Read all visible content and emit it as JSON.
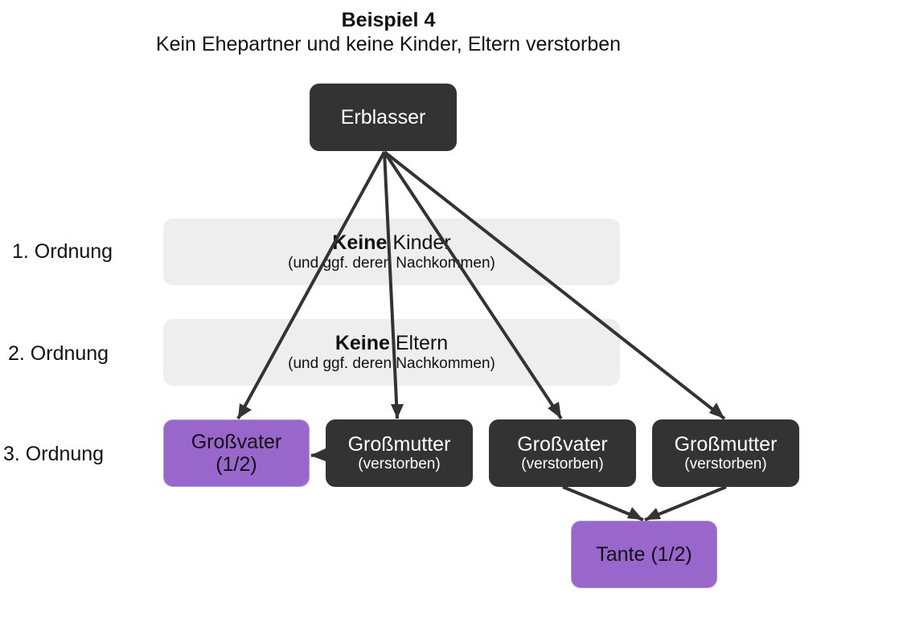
{
  "header": {
    "title": "Beispiel 4",
    "subtitle": "Kein Ehepartner und keine Kinder, Eltern verstorben"
  },
  "orders": [
    {
      "label": "1. Ordnung"
    },
    {
      "label": "2. Ordnung"
    },
    {
      "label": "3. Ordnung"
    }
  ],
  "bands": [
    {
      "bold": "Keine",
      "rest": " Kinder",
      "sub": "(und ggf. deren Nachkommen)"
    },
    {
      "bold": "Keine",
      "rest": " Eltern",
      "sub": "(und ggf. deren Nachkommen)"
    }
  ],
  "nodes": {
    "erblasser": {
      "label": "Erblasser"
    },
    "grossvater_heir": {
      "label": "Großvater",
      "sub": "(1/2)"
    },
    "grossmutter_1": {
      "label": "Großmutter",
      "sub": "(verstorben)"
    },
    "grossvater_2": {
      "label": "Großvater",
      "sub": "(verstorben)"
    },
    "grossmutter_2": {
      "label": "Großmutter",
      "sub": "(verstorben)"
    },
    "tante": {
      "label": "Tante (1/2)"
    }
  },
  "colors": {
    "dark_node": "#333333",
    "heir_node": "#9966cc",
    "band": "#eeeeee",
    "edge": "#333333"
  },
  "edges": [
    {
      "from": "erblasser",
      "to": "grossvater_heir"
    },
    {
      "from": "erblasser",
      "to": "grossmutter_1"
    },
    {
      "from": "erblasser",
      "to": "grossvater_2"
    },
    {
      "from": "erblasser",
      "to": "grossmutter_2"
    },
    {
      "from": "grossmutter_1",
      "to": "grossvater_heir"
    },
    {
      "from": "grossvater_2",
      "to": "tante"
    },
    {
      "from": "grossmutter_2",
      "to": "tante"
    }
  ]
}
